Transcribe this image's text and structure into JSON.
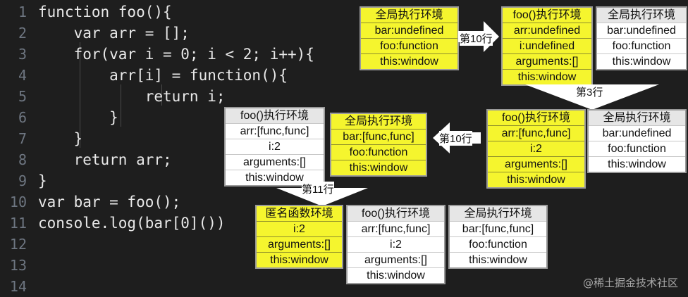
{
  "code_lines": [
    {
      "num": "1",
      "text": "function foo(){"
    },
    {
      "num": "2",
      "text": "    var arr = [];"
    },
    {
      "num": "3",
      "text": "    for(var i = 0; i < 2; i++){"
    },
    {
      "num": "4",
      "text": "        arr[i] = function(){"
    },
    {
      "num": "5",
      "text": "            return i;"
    },
    {
      "num": "6",
      "text": "        }"
    },
    {
      "num": "7",
      "text": "    }"
    },
    {
      "num": "8",
      "text": "    return arr;"
    },
    {
      "num": "9",
      "text": "}"
    },
    {
      "num": "10",
      "text": "var bar = foo();"
    },
    {
      "num": "11",
      "text": "console.log(bar[0]())"
    },
    {
      "num": "12",
      "text": ""
    },
    {
      "num": "13",
      "text": ""
    },
    {
      "num": "14",
      "text": ""
    }
  ],
  "boxes": {
    "s1_global": [
      "全局执行环境",
      "bar:undefined",
      "foo:function",
      "this:window"
    ],
    "s2_foo": [
      "foo()执行环境",
      "arr:undefined",
      "i:undefined",
      "arguments:[]",
      "this:window"
    ],
    "s2_global": [
      "全局执行环境",
      "bar:undefined",
      "foo:function",
      "this:window"
    ],
    "s3_foo": [
      "foo()执行环境",
      "arr:[func,func]",
      "i:2",
      "arguments:[]",
      "this:window"
    ],
    "s3_global": [
      "全局执行环境",
      "bar:undefined",
      "foo:function",
      "this:window"
    ],
    "s4_foo": [
      "foo()执行环境",
      "arr:[func,func]",
      "i:2",
      "arguments:[]",
      "this:window"
    ],
    "s4_global": [
      "全局执行环境",
      "bar:[func,func]",
      "foo:function",
      "this:window"
    ],
    "s5_anon": [
      "匿名函数环境",
      "i:2",
      "arguments:[]",
      "this:window"
    ],
    "s5_foo": [
      "foo()执行环境",
      "arr:[func,func]",
      "i:2",
      "arguments:[]",
      "this:window"
    ],
    "s5_global": [
      "全局执行环境",
      "bar:[func,func]",
      "foo:function",
      "this:window"
    ]
  },
  "arrows": {
    "a1": "第10行",
    "a2": "第3行",
    "a3": "第10行",
    "a4": "第11行"
  },
  "watermark": "@稀土掘金技术社区",
  "colors": {
    "background": "#1e1e1e",
    "highlight": "#f5f52e",
    "box_border": "#9a9a9a"
  }
}
